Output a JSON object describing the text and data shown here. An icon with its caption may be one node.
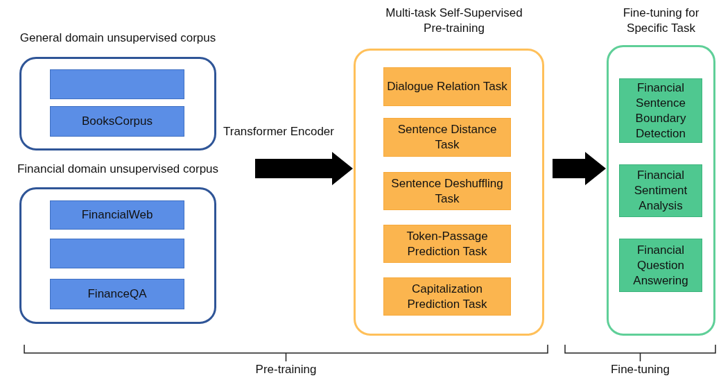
{
  "diagram": {
    "nodes": [
      {
        "text": [
          "General domain unsupervised corpus"
        ]
      },
      {
        "text": [],
        "shape": "box",
        "in": 0
      },
      {
        "text": [
          "BooksCorpus"
        ],
        "in": 0
      },
      {
        "text": [
          "Financial domain unsupervised corpus"
        ]
      },
      {
        "text": [
          "FinancialWeb"
        ],
        "in": 3
      },
      {
        "text": [],
        "shape": "box",
        "in": 3
      },
      {
        "text": [
          "FinanceQA"
        ],
        "in": 3
      },
      {
        "text": [
          "Multi-task Self-Supervised Pre-training"
        ]
      },
      {
        "text": [
          "Dialogue Relation Task"
        ],
        "in": 7
      },
      {
        "text": [
          "Sentence Distance Task"
        ],
        "in": 7
      },
      {
        "text": [
          "Sentence Deshuffling Task"
        ],
        "in": 7
      },
      {
        "text": [
          "Token-Passage Prediction Task"
        ],
        "in": 7
      },
      {
        "text": [
          "Capitalization Prediction Task"
        ],
        "in": 7
      },
      {
        "text": [
          "Fine-tuning for Specific Task"
        ]
      },
      {
        "text": [
          "Financial Sentence Boundary Detection"
        ],
        "in": 13
      },
      {
        "text": [
          "Financial Sentiment Analysis"
        ],
        "in": 13
      },
      {
        "text": [
          "Financial Question Answering"
        ],
        "in": 13
      }
    ],
    "edges": [
      {
        "from": null,
        "to": 7,
        "arrow": "to",
        "style": "thick",
        "label": "Transformer Encoder"
      },
      {
        "from": 7,
        "to": 13,
        "arrow": "to",
        "style": "thick"
      }
    ],
    "labels": [
      "Pre-training",
      "Fine-tuning"
    ]
  }
}
